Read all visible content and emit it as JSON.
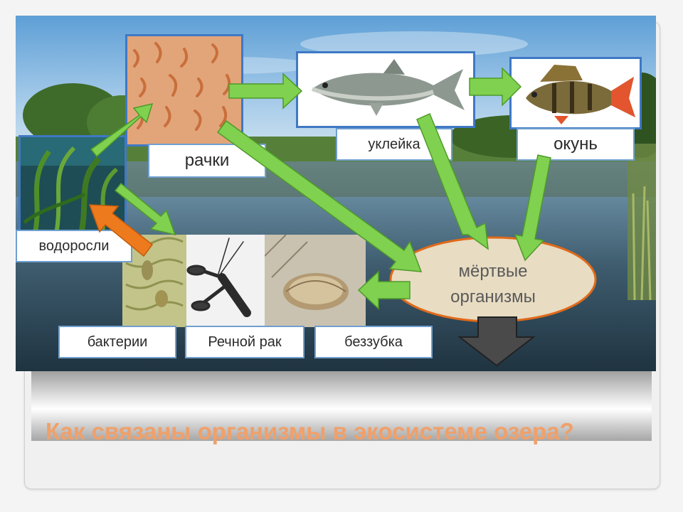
{
  "title": "Как связаны организмы в экосистеме озера?",
  "nodes": {
    "algae": "водоросли",
    "crustaceans": "рачки",
    "bleak": "уклейка",
    "perch": "окунь",
    "dead_organisms": [
      "мёртвые",
      "организмы"
    ],
    "bacteria": "бактерии",
    "crayfish": "Речной рак",
    "mussel": "беззубка"
  },
  "colors": {
    "arrow_green": "#7fd14f",
    "arrow_orange": "#ee7a1e",
    "arrow_dark": "#4a4a4a",
    "label_border": "#6f9fd0",
    "photo_border": "#3f78c4",
    "title": "#f0a06a"
  },
  "icons": [
    "green-arrow",
    "orange-arrow",
    "down-arrow",
    "algae-photo",
    "crustaceans-photo",
    "bleak-fish-photo",
    "perch-fish-photo",
    "bacteria-photo",
    "crayfish-photo",
    "mussel-photo"
  ]
}
